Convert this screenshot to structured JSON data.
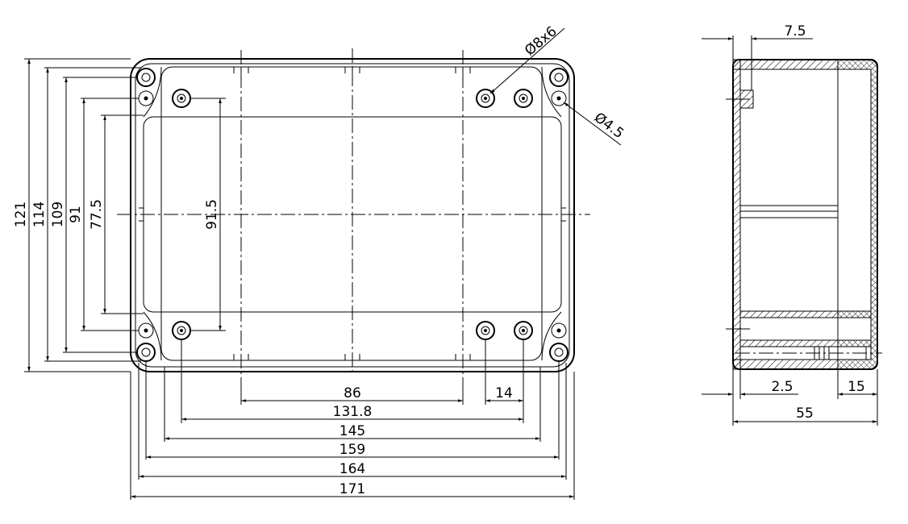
{
  "views": {
    "top": {
      "width_dims": [
        "86",
        "14",
        "131.8",
        "145",
        "159",
        "164",
        "171"
      ],
      "height_dims": [
        "121",
        "114",
        "109",
        "91",
        "77.5",
        "91.5"
      ],
      "callouts": [
        "Ø8x6",
        "Ø4.5"
      ]
    },
    "side": {
      "dims": [
        "7.5",
        "2.5",
        "15",
        "55"
      ]
    }
  },
  "colors": {
    "line": "#000000",
    "background": "#ffffff"
  }
}
